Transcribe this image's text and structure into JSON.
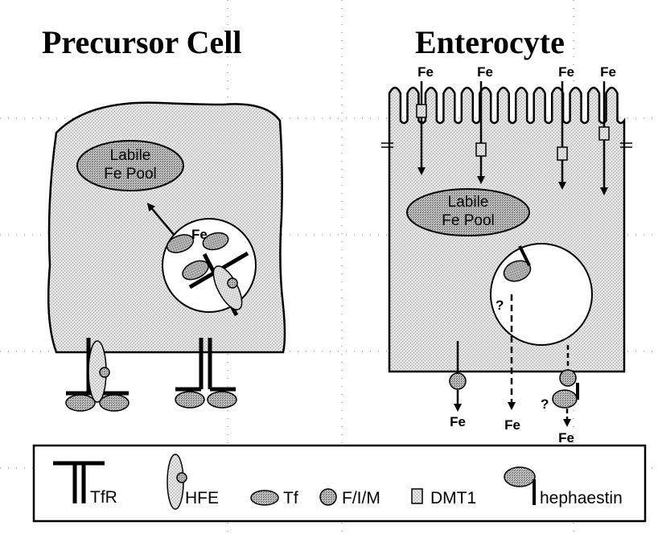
{
  "titles": {
    "precursor": "Precursor Cell",
    "enterocyte": "Enterocyte"
  },
  "precursor": {
    "pool_line1": "Labile",
    "pool_line2": "Fe Pool",
    "fe": "Fe"
  },
  "enterocyte": {
    "pool_line1": "Labile",
    "pool_line2": "Fe Pool",
    "fe_in": [
      "Fe",
      "Fe",
      "Fe",
      "Fe"
    ],
    "fe_out": [
      "Fe",
      "Fe",
      "Fe"
    ],
    "question": [
      "?",
      "?"
    ]
  },
  "legend": {
    "tfr": "TfR",
    "hfe": "HFE",
    "tf": "Tf",
    "fim": "F/I/M",
    "dmt1": "DMT1",
    "hephaestin": "hephaestin"
  },
  "colors": {
    "cell_fill": "#dcdcdc",
    "protein_fill": "#a9a9a9",
    "ink": "#000000"
  }
}
